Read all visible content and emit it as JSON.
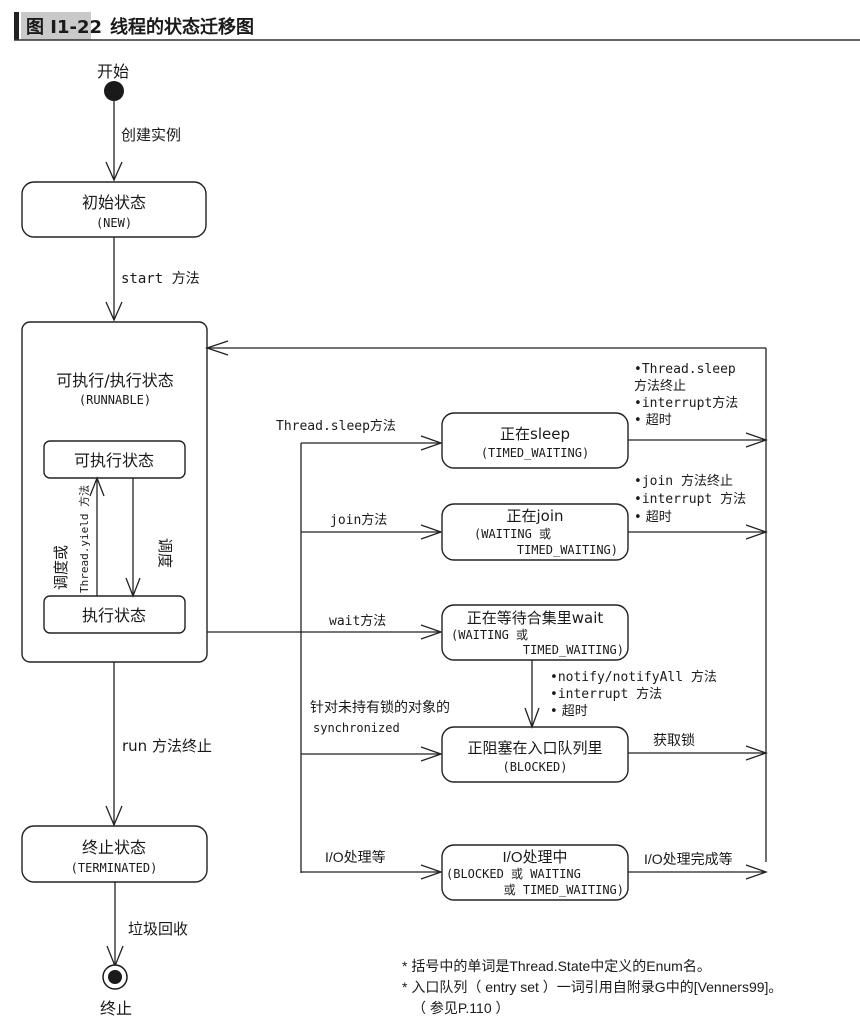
{
  "figure": {
    "number": "图 I1-22",
    "title": "线程的状态迁移图"
  },
  "pseudo_states": {
    "start_label": "开始",
    "end_label": "终止"
  },
  "states": {
    "new": {
      "name": "初始状态",
      "enum": "(NEW)"
    },
    "runnable": {
      "name": "可执行/执行状态",
      "enum": "(RUNNABLE)"
    },
    "ready": {
      "name": "可执行状态"
    },
    "running": {
      "name": "执行状态"
    },
    "terminated": {
      "name": "终止状态",
      "enum": "(TERMINATED)"
    },
    "sleeping": {
      "name": "正在sleep",
      "enum": "(TIMED_WAITING)"
    },
    "joining": {
      "name": "正在join",
      "enum_line1": "(WAITING 或",
      "enum_line2": "TIMED_WAITING)"
    },
    "waiting": {
      "name": "正在等待合集里wait",
      "enum_line1": "(WAITING 或",
      "enum_line2": "TIMED_WAITING)"
    },
    "blocked": {
      "name": "正阻塞在入口队列里",
      "enum": "(BLOCKED)"
    },
    "io": {
      "name": "I/O处理中",
      "enum_line1": "(BLOCKED 或 WAITING",
      "enum_line2": "或 TIMED_WAITING)"
    }
  },
  "transitions": {
    "create": "创建实例",
    "start": "start 方法",
    "yield_cn": "调度或",
    "yield_code": "Thread.yield 方法",
    "schedule": "调度",
    "run_end": "run 方法终止",
    "gc": "垃圾回收",
    "sleep_call": "Thread.sleep方法",
    "join_call": "join方法",
    "wait_call": "wait方法",
    "sync_line1": "针对未持有锁的对象的",
    "sync_line2": "synchronized",
    "io_call": "I/O处理等",
    "sleep_exit": [
      "•Thread.sleep",
      " 方法终止",
      "•interrupt方法",
      "• 超时"
    ],
    "join_exit": [
      "•join 方法终止",
      "•interrupt 方法",
      "• 超时"
    ],
    "wait_exit": [
      "•notify/notifyAll 方法",
      "•interrupt 方法",
      "• 超时"
    ],
    "lock_acquired": "获取锁",
    "io_exit": "I/O处理完成等"
  },
  "notes": [
    "* 括号中的单词是Thread.State中定义的Enum名。",
    "* 入口队列（ entry set ）一词引用自附录G中的[Venners99]。",
    "（ 参见P.110 ）"
  ],
  "colors": {
    "header_tag_bg": "#c9c9c9",
    "header_bar": "#222222",
    "ink": "#1a1a1a"
  }
}
